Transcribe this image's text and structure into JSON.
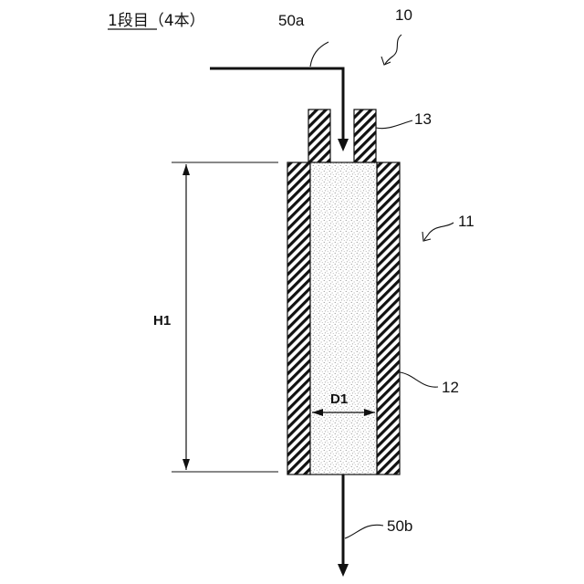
{
  "figure": {
    "title": "1段目（4本）",
    "labels": {
      "inlet_pipe": "50a",
      "device": "10",
      "nozzle": "13",
      "column": "11",
      "wall": "12",
      "outlet_pipe": "50b",
      "height": "H1",
      "diameter": "D1"
    }
  }
}
